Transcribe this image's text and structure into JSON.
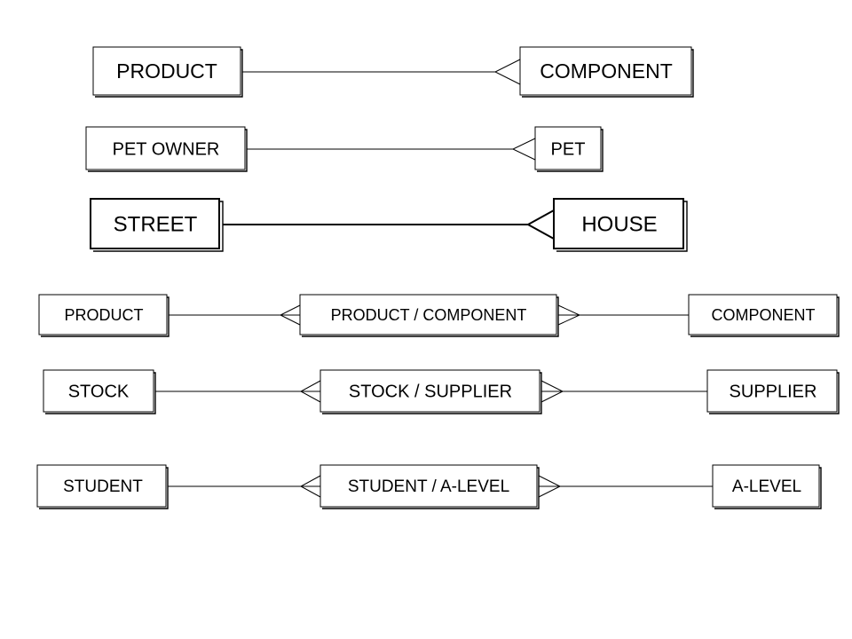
{
  "relationships": [
    {
      "entities": [
        "PRODUCT",
        "COMPONENT"
      ]
    },
    {
      "entities": [
        "PET OWNER",
        "PET"
      ]
    },
    {
      "entities": [
        "STREET",
        "HOUSE"
      ]
    },
    {
      "entities": [
        "PRODUCT",
        "PRODUCT / COMPONENT",
        "COMPONENT"
      ]
    },
    {
      "entities": [
        "STOCK",
        "STOCK / SUPPLIER",
        "SUPPLIER"
      ]
    },
    {
      "entities": [
        "STUDENT",
        "STUDENT / A-LEVEL",
        "A-LEVEL"
      ]
    }
  ]
}
